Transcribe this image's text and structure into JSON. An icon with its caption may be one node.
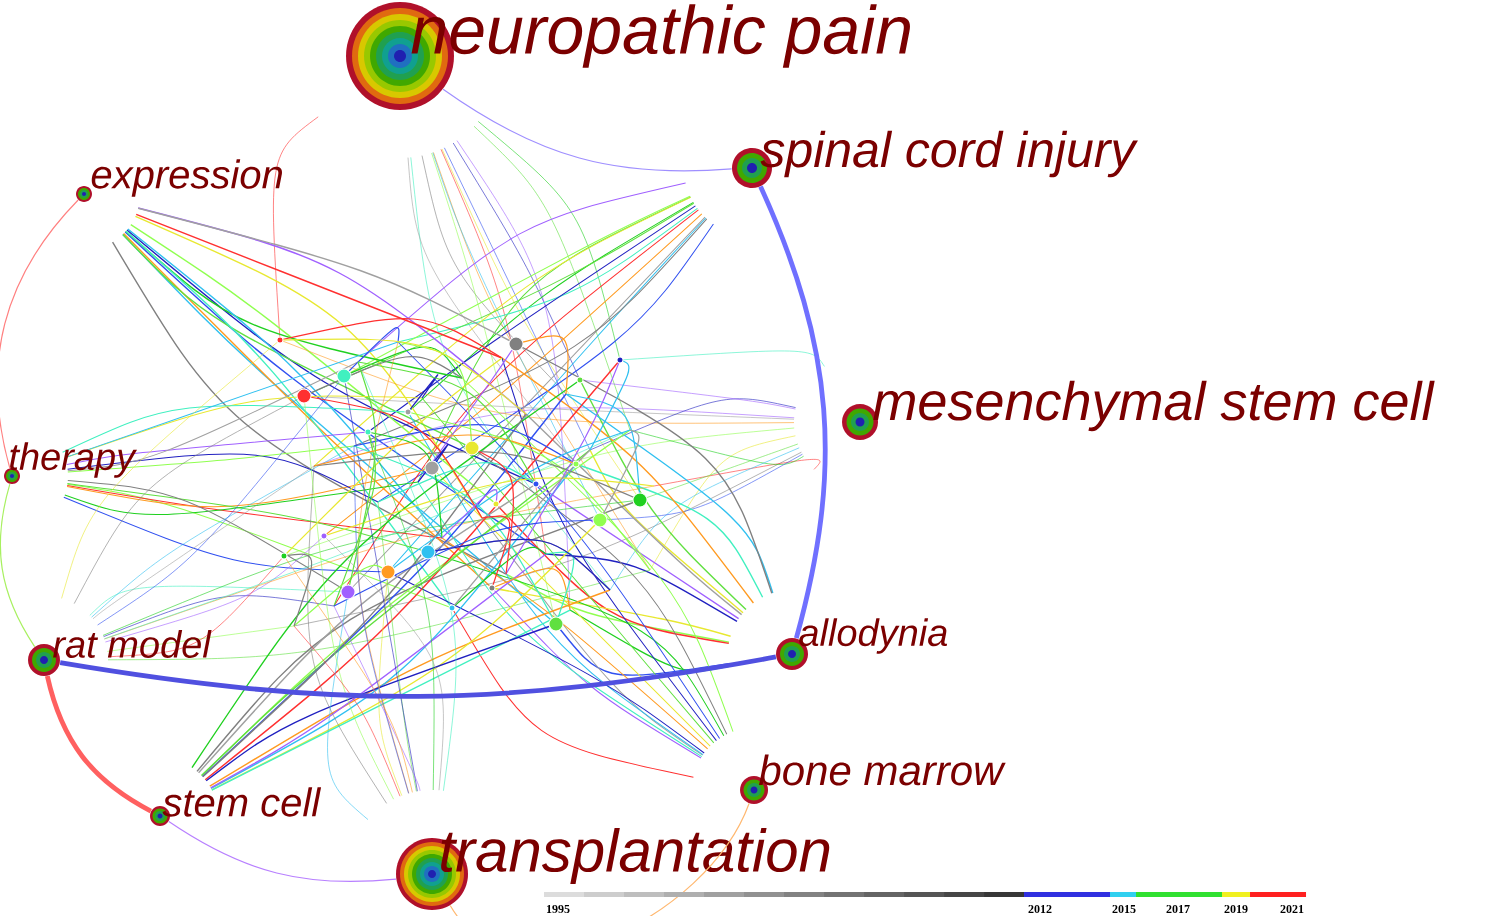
{
  "diagram": {
    "nodes": [
      {
        "text": [
          "neuropathic pain"
        ]
      },
      {
        "text": [
          "spinal cord injury"
        ]
      },
      {
        "text": [
          "expression"
        ]
      },
      {
        "text": [
          "mesenchymal stem cell"
        ]
      },
      {
        "text": [
          "therapy"
        ]
      },
      {
        "text": [
          "allodynia"
        ]
      },
      {
        "text": [
          "rat model"
        ]
      },
      {
        "text": [
          "bone marrow"
        ]
      },
      {
        "text": [
          "stem cell"
        ]
      },
      {
        "text": [
          "transplantation"
        ]
      }
    ],
    "edges": [
      {
        "from": 0,
        "to": 1,
        "arrow": "none",
        "color": "#9f8fff"
      },
      {
        "from": 2,
        "to": 4,
        "arrow": "none",
        "color": "#ff8080"
      },
      {
        "from": 4,
        "to": 6,
        "arrow": "none",
        "color": "#a8f060"
      },
      {
        "from": 6,
        "to": 8,
        "arrow": "none",
        "style": "thick",
        "color": "#ff6060"
      },
      {
        "from": 8,
        "to": 9,
        "arrow": "none",
        "color": "#b880ff"
      },
      {
        "from": 9,
        "to": 7,
        "arrow": "none",
        "color": "#ffb870"
      },
      {
        "from": 1,
        "to": 5,
        "arrow": "none",
        "style": "thick",
        "color": "#7070ff"
      },
      {
        "from": 6,
        "to": 5,
        "arrow": "none",
        "style": "thick",
        "color": "#5050e0"
      }
    ],
    "labels": [
      "1995",
      "2012",
      "2015",
      "2017",
      "2019",
      "2021"
    ]
  }
}
